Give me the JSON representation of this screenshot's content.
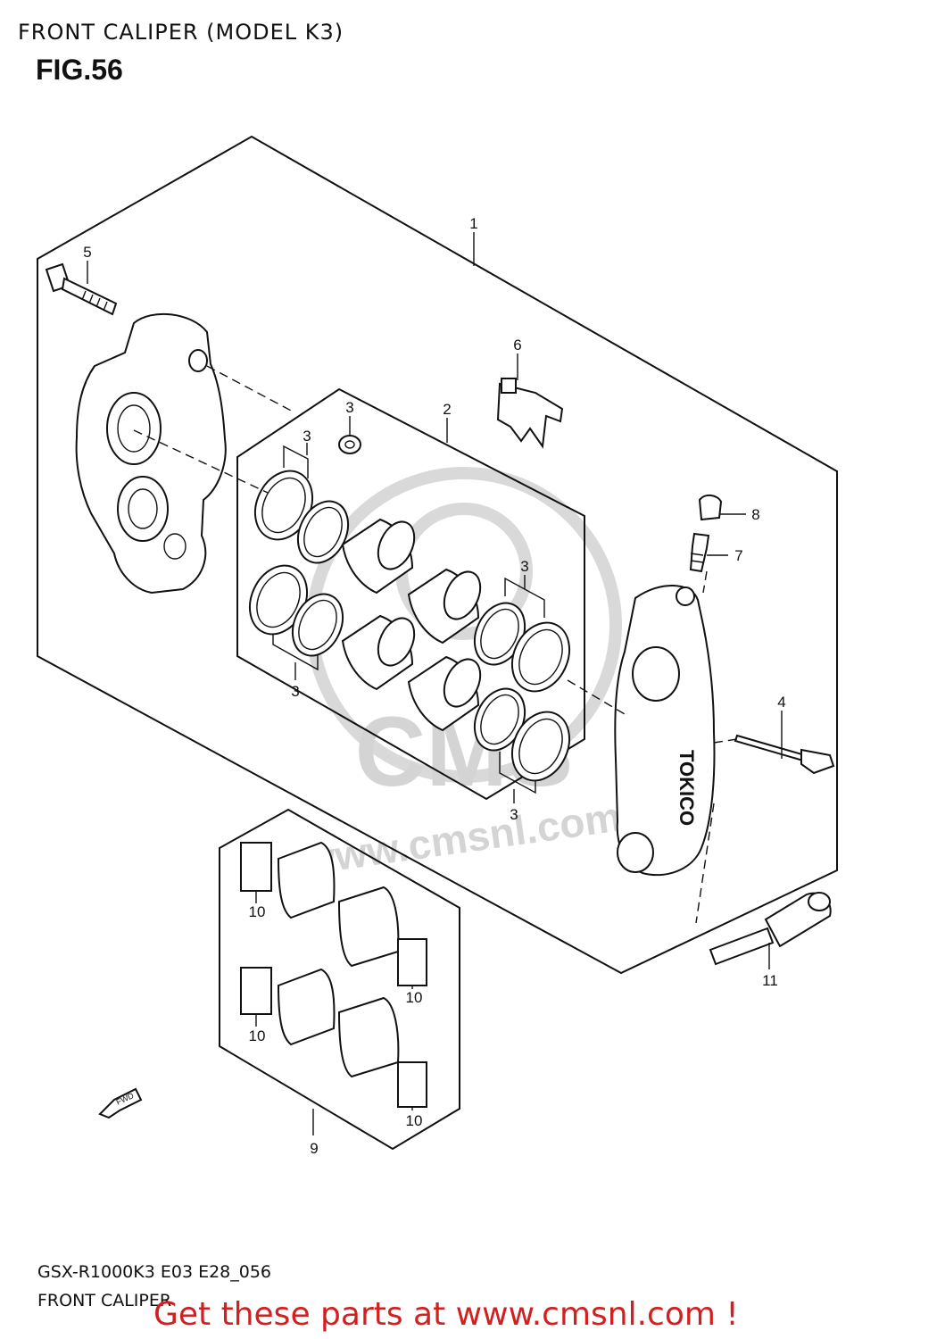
{
  "header": {
    "page_title": "FRONT CALIPER (MODEL K3)",
    "figure": "FIG.56"
  },
  "footer": {
    "model_code": "GSX-R1000K3 E03 E28_056",
    "section_name": "FRONT CALIPER",
    "promo": "Get these parts at www.cmsnl.com !"
  },
  "watermark": {
    "text": "www.cmsnl.com",
    "logo": "CMS"
  },
  "callouts": {
    "c1": "1",
    "c2": "2",
    "c3a": "3",
    "c3b": "3",
    "c3c": "3",
    "c3d": "3",
    "c3e": "3",
    "c4": "4",
    "c5": "5",
    "c6": "6",
    "c7": "7",
    "c8": "8",
    "c9": "9",
    "c10a": "10",
    "c10b": "10",
    "c10c": "10",
    "c10d": "10",
    "c11": "11"
  },
  "caliper_brand": "TOKICO",
  "direction_marker": "FWD",
  "colors": {
    "promo": "#d21f1f",
    "line": "#111111",
    "watermark": "#d9d9d9"
  }
}
